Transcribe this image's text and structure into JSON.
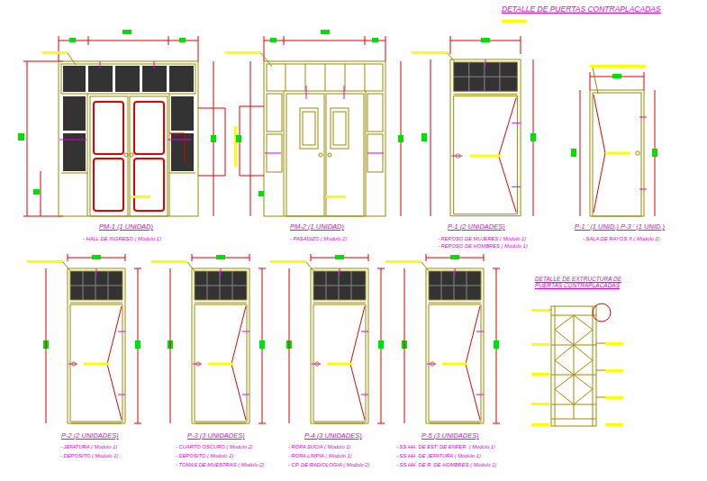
{
  "diagram": {
    "title": "DETALLE DE PUERTAS CONTRAPLACADAS",
    "labels": [
      "PM-1 (1 UNIDAD)",
      "- HALL DE INGRESO ( Modulo 1)",
      "PM-2 (1 UNIDAD)",
      "- PASADIZO ( Modulo 2)",
      "P-1 (2 UNIDADES)",
      "- REPOSO DE MUJERES ( Modulo 1)",
      "- REPOSO DE HOMBRES ( Modulo 1)",
      "P-1 ' (1 UNID.) P-3 ' (1 UNID.)",
      "- SALA DE RAYOS X ( Modulo 2)",
      "P-2 (2 UNIDADES)",
      "- JEFATURA ( Modulo 1)",
      "- DEPOSITO ( Modulo 1)",
      "P-3 (3 UNIDADES)",
      "- CUARTO OSCURO ( Modulo 2)",
      "- DEPOSITO ( Modulo 2)",
      "- TOMAS DE MUESTRAS ( Modulo 2)",
      "P-4 (3 UNIDADES)",
      "- ROPA SUCIA ( Modulo 1)",
      "- ROPA LIMPIA ( Modulo 1)",
      "- CP. DE RADIOLOGIA ( Modulo 2)",
      "P-5 (3 UNIDADES)",
      "- SS.HH. DE EST. DE ENFER. ( Modulo 1)",
      "- SS.HH. DE JEFATURA ( Modulo 1)",
      "- SS.HH. DE R. DE HOMBRES ( Modulo 1)",
      "DETALLE DE EXTRUCTURA DE PUERTAS CONTRAPLACADAS"
    ]
  }
}
